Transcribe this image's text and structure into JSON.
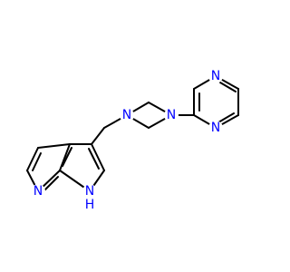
{
  "molecule": {
    "atom_labels": {
      "N_pyrimidine_top": "N",
      "N_pyrimidine_bottom": "N",
      "N_piperazine_right": "N",
      "N_piperazine_left": "N",
      "N_pyridine": "N",
      "NH_pyrrole": "N",
      "H_pyrrole": "H"
    },
    "colors": {
      "bond": "#000000",
      "nitrogen": "#0000ff",
      "background": "#ffffff"
    }
  }
}
